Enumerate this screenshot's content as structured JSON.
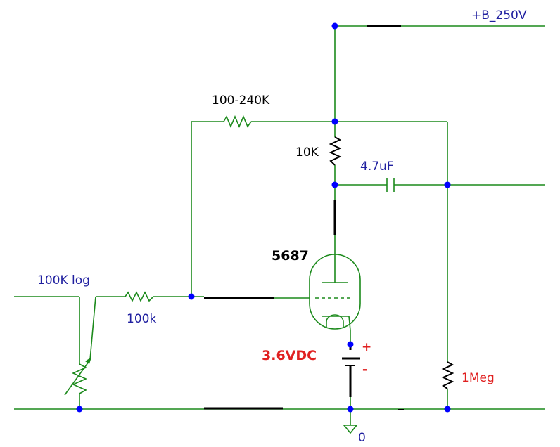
{
  "colors": {
    "wire": "#1c8a1c",
    "node": "#0000ff",
    "label_blue": "#2020a0",
    "label_black": "#000000",
    "label_red": "#e02020"
  },
  "labels": {
    "supply": "+B_250V",
    "feedback_resistor": "100-240K",
    "plate_resistor": "10K",
    "coupling_cap": "4.7uF",
    "tube": "5687",
    "volume_pot": "100K log",
    "grid_stopper": "100k",
    "bias_voltage": "3.6VDC",
    "bias_plus": "+",
    "bias_minus": "-",
    "output_resistor": "1Meg",
    "ground": "0"
  }
}
